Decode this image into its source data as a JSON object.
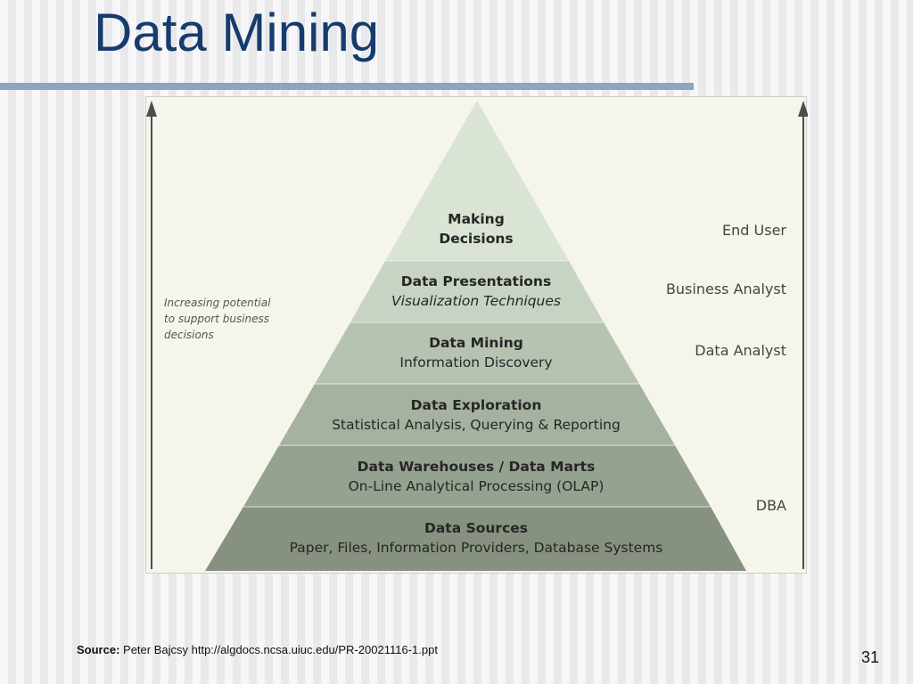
{
  "slide": {
    "title": "Data Mining",
    "source_label": "Source:",
    "source_text": "Peter Bajcsy http://algdocs.ncsa.uiuc.edu/PR-20021116-1.ppt",
    "page_number": "31"
  },
  "diagram": {
    "caption": "Increasing potential to support business decisions",
    "tiers": [
      {
        "title": "Making",
        "subtitle": "Decisions",
        "role": "End User",
        "color": "#d9e4d4"
      },
      {
        "title": "Data Presentations",
        "subtitle": "Visualization Techniques",
        "role": "Business Analyst",
        "color": "#c8d4c3"
      },
      {
        "title": "Data Mining",
        "subtitle": "Information Discovery",
        "role": "Data Analyst",
        "color": "#b7c3b1"
      },
      {
        "title": "Data Exploration",
        "subtitle": "Statistical Analysis, Querying & Reporting",
        "role": "",
        "color": "#a6b2a0"
      },
      {
        "title": "Data Warehouses / Data Marts",
        "subtitle": "On-Line Analytical Processing (OLAP)",
        "role": "DBA",
        "color": "#96a290"
      },
      {
        "title": "Data Sources",
        "subtitle": "Paper, Files, Information Providers, Database Systems",
        "role": "",
        "color": "#86917f"
      }
    ],
    "arrow_color": "#4d4d4d"
  }
}
